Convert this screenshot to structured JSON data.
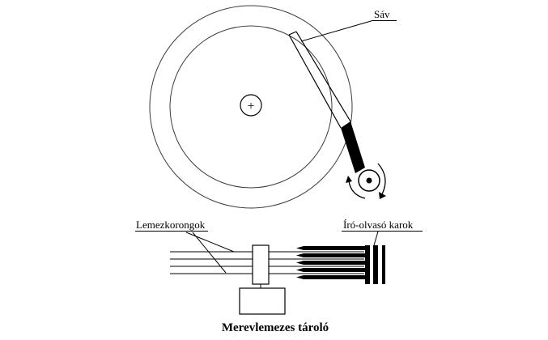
{
  "diagram": {
    "top_view": {
      "track_label": "Sáv",
      "hub_symbol": "+"
    },
    "side_view": {
      "platters_label": "Lemezkorongok",
      "arms_label": "Író-olvasó karok"
    },
    "caption": "Merevlemezes tároló",
    "colors": {
      "ink": "#000000",
      "background": "#ffffff"
    }
  }
}
